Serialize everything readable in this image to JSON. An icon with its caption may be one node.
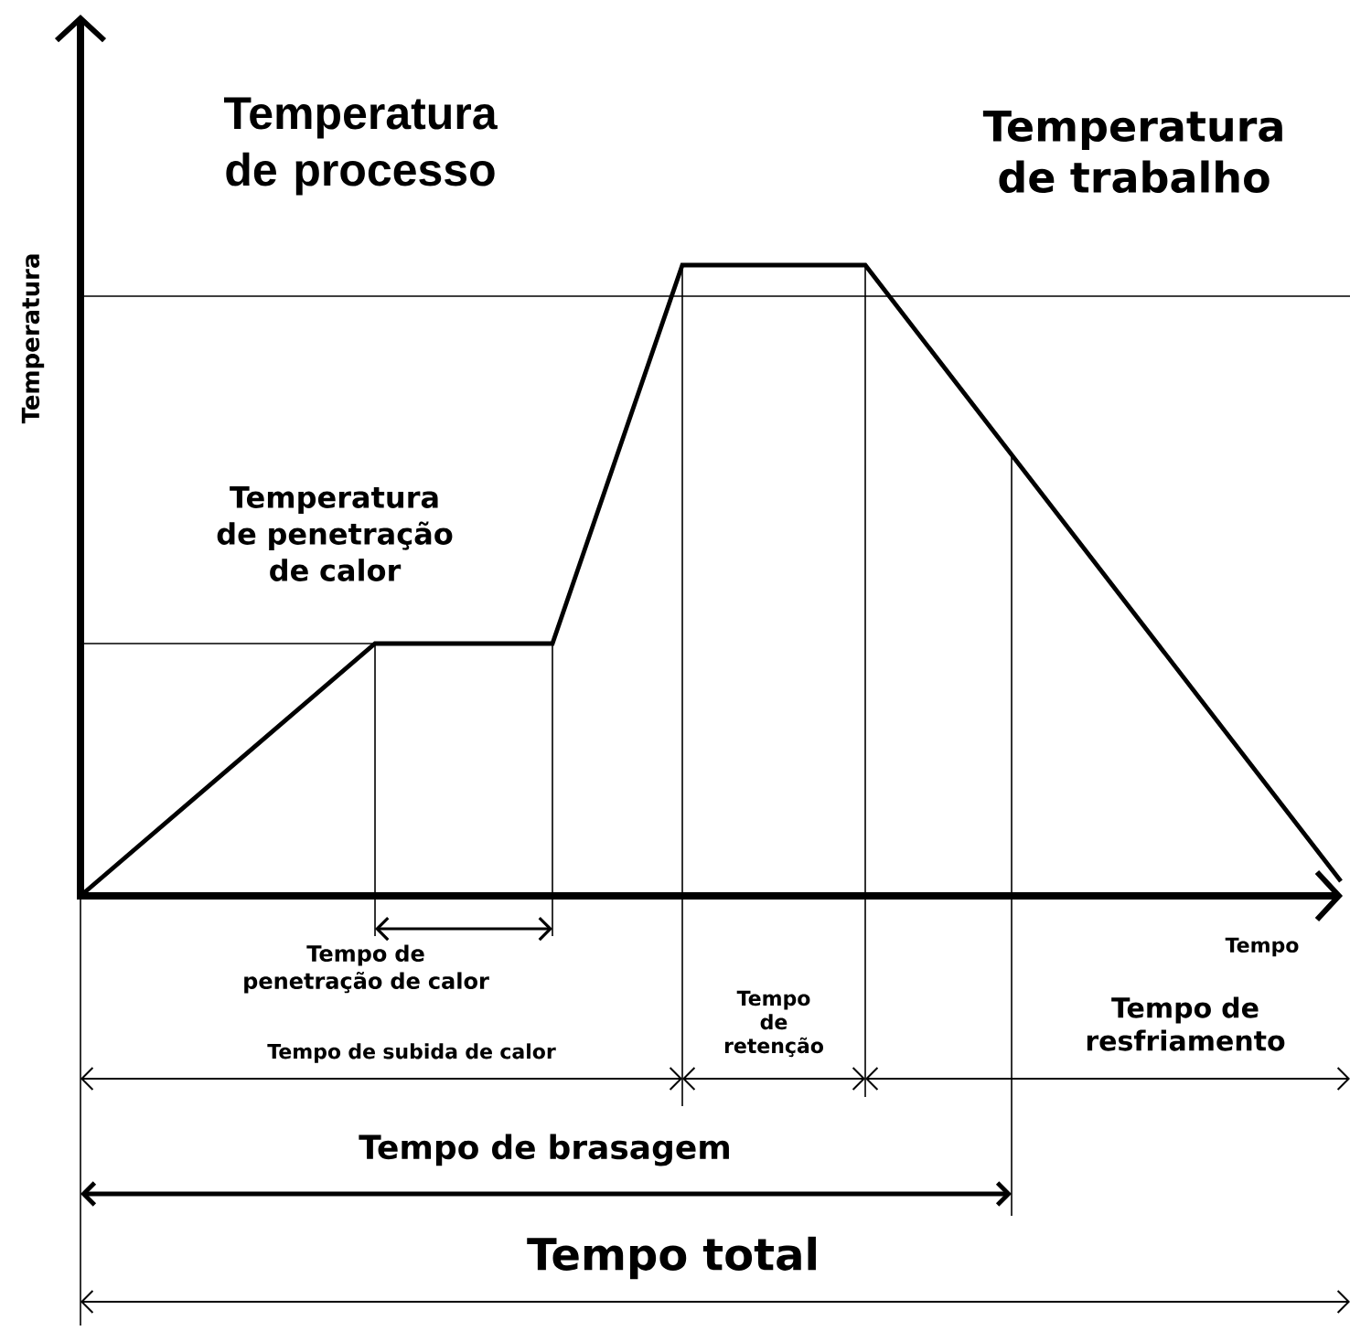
{
  "diagram": {
    "labels": [
      "Temperatura de processo",
      "Temperatura de trabalho",
      "Temperatura",
      "Temperatura de penetração de calor",
      "Tempo de penetração de calor",
      "Tempo",
      "Tempo de retenção",
      "Tempo de resfriamento",
      "Tempo de subida de calor",
      "Tempo de brasagem",
      "Tempo total"
    ]
  }
}
